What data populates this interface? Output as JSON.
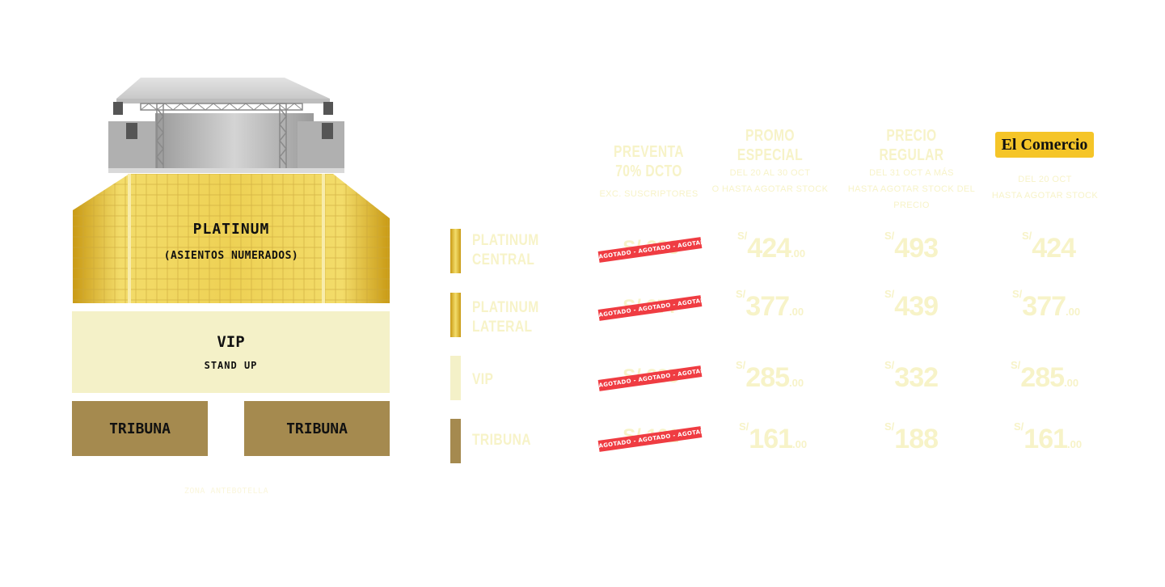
{
  "seating_map": {
    "zones": {
      "platinum": {
        "label": "PLATINUM",
        "sublabel": "(ASIENTOS NUMERADOS)"
      },
      "vip": {
        "label": "VIP",
        "sublabel": "STAND UP"
      },
      "tribuna_left": {
        "label": "TRIBUNA"
      },
      "tribuna_right": {
        "label": "TRIBUNA"
      }
    },
    "footnote": "ZONA ANTEBOTELLA"
  },
  "price_table": {
    "columns": [
      {
        "title_line1": "PREVENTA",
        "title_line2": "70% DCTO",
        "sub_line1": "",
        "sub_line2": "EXC. SUSCRIPTORES"
      },
      {
        "title_line1": "PROMO",
        "title_line2": "ESPECIAL",
        "sub_line1": "DEL 20 AL 30 OCT",
        "sub_line2": "O HASTA AGOTAR STOCK"
      },
      {
        "title_line1": "PRECIO",
        "title_line2": "REGULAR",
        "sub_line1": "DEL 31 OCT A MÁS",
        "sub_line2": "HASTA AGOTAR STOCK DEL PRECIO"
      },
      {
        "title_line1": "",
        "title_line2": "",
        "sub_line1": "DEL 20 OCT",
        "sub_line2": "HASTA AGOTAR STOCK"
      }
    ],
    "brand_badge": "El Comercio",
    "sold_out_text": "AGOTADO - AGOTADO - AGOTADO - AGOTADO - AGOTADO - AGOTADO",
    "currency": "S/",
    "rows": [
      {
        "line1": "PLATINUM",
        "line2": "CENTRAL",
        "bar_color": "#e2b92a",
        "presale": "S/ 393",
        "promo": "424",
        "promo_dec": ".00",
        "regular": "493",
        "regular_dec": "",
        "member": "424",
        "member_dec": ""
      },
      {
        "line1": "PLATINUM",
        "line2": "LATERAL",
        "bar_color": "#e2b92a",
        "presale": "S/ 377",
        "promo": "377",
        "promo_dec": ".00",
        "regular": "439",
        "regular_dec": "",
        "member": "377",
        "member_dec": ".00"
      },
      {
        "line1": "VIP",
        "line2": "",
        "bar_color": "#f4f1c8",
        "presale": "S/ 285",
        "promo": "285",
        "promo_dec": ".00",
        "regular": "332",
        "regular_dec": "",
        "member": "285",
        "member_dec": ".00"
      },
      {
        "line1": "TRIBUNA",
        "line2": "",
        "bar_color": "#a58a4f",
        "presale": "S/ 161",
        "promo": "161",
        "promo_dec": ".00",
        "regular": "188",
        "regular_dec": "",
        "member": "161",
        "member_dec": ".00"
      }
    ]
  },
  "colors": {
    "gold": "#e2b92a",
    "vip": "#f4f1c8",
    "tribuna": "#a58a4f",
    "sold_out": "#ef3c42",
    "brand_yellow": "#f5c528"
  }
}
